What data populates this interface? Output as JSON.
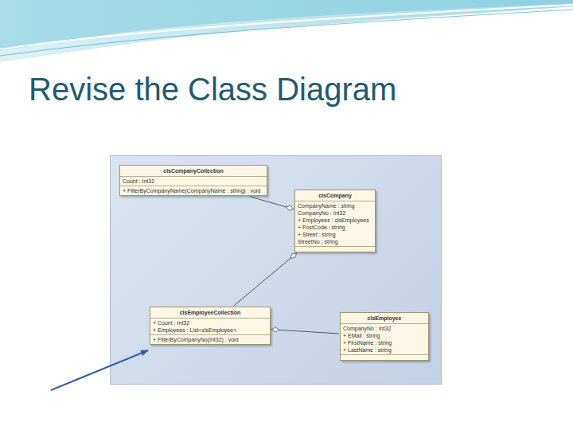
{
  "diagram": {
    "title": "Revise the Class Diagram",
    "nodes": [
      {
        "text": [
          "clsCompanyCollection",
          "Count : Int32",
          "+ FilterByCompanyName(CompanyName : string) : void"
        ]
      },
      {
        "text": [
          "clsCompany",
          "CompanyName : string",
          "CompanyNo : Int32",
          "+ Employees : clsEmployees",
          "+ PostCode : string",
          "+ Street : string",
          "StreetNo : string"
        ]
      },
      {
        "text": [
          "clsEmployeeCollection",
          "+ Count : Int32",
          "+ Employees : List<clsEmployee>",
          "+ FilterByCompanyNo(Int32) : void"
        ]
      },
      {
        "text": [
          "clsEmployee",
          "CompanyNo : Int32",
          "+ EMail : string",
          "+ FirstName : string",
          "+ LastName : string"
        ]
      }
    ],
    "edges": [
      {
        "from": 0,
        "to": 1,
        "arrow": "to"
      },
      {
        "from": 2,
        "to": 1,
        "arrow": "to"
      },
      {
        "from": 3,
        "to": 2,
        "arrow": "to"
      }
    ]
  }
}
